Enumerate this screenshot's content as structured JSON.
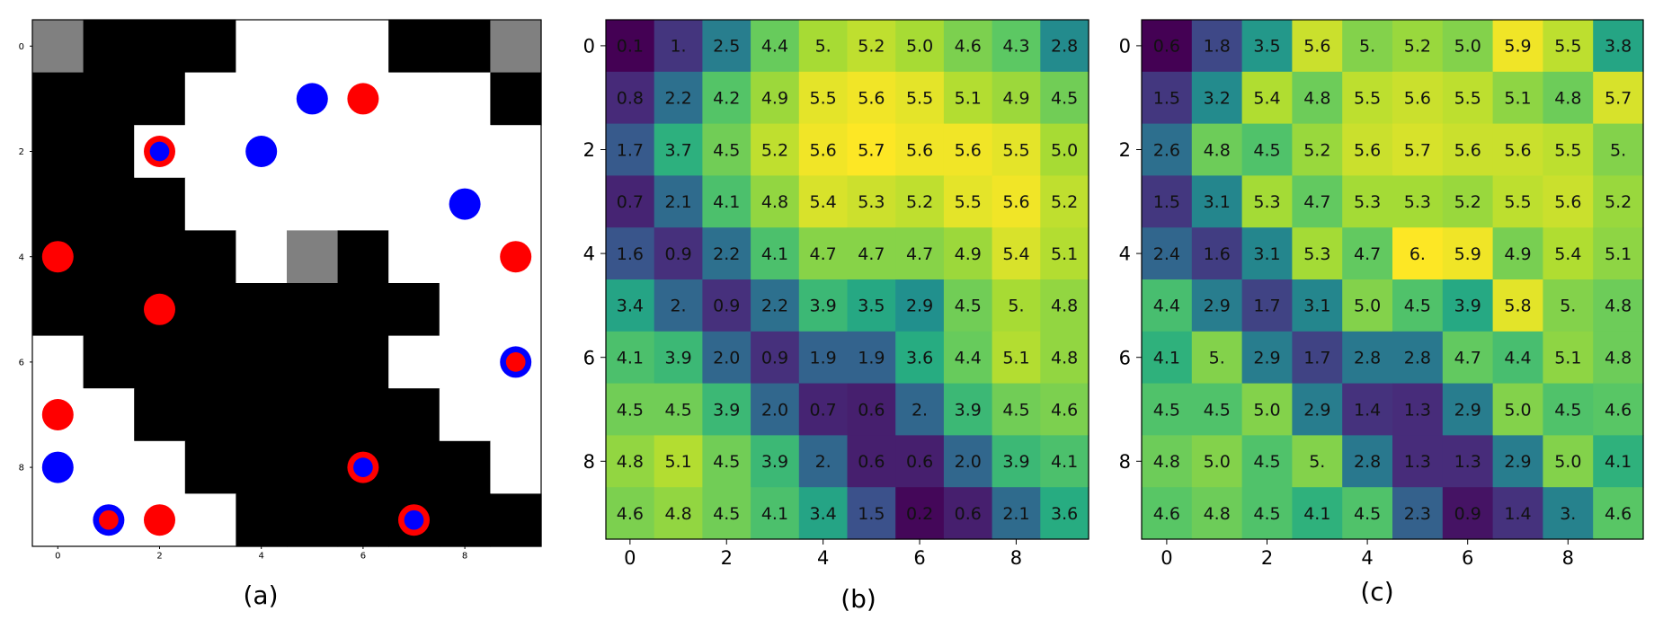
{
  "chart_data": [
    {
      "id": "a",
      "type": "heatmap",
      "caption": "(a)",
      "rows": 10,
      "cols": 10,
      "x_ticks": [
        "0",
        "2",
        "4",
        "6",
        "8"
      ],
      "y_ticks": [
        "0",
        "2",
        "4",
        "6",
        "8"
      ],
      "colors": {
        "black": "#000000",
        "white": "#ffffff",
        "gray": "#808080",
        "red": "#ff0000",
        "blue": "#0000ff"
      },
      "grid": [
        "GBBBWWWBBG",
        "BBBWWWWWWB",
        "BBWWWWWWWW",
        "BBBWWWWWWW",
        "BBBBWGBWWW",
        "BBBBBBBBWW",
        "WBBBBBBWWW",
        "WWBBBBBBWW",
        "WWWBBBBBBW",
        "WWWWBBBBBB"
      ],
      "markers": [
        {
          "row": 1,
          "col": 5,
          "kind": "blue"
        },
        {
          "row": 1,
          "col": 6,
          "kind": "red"
        },
        {
          "row": 2,
          "col": 2,
          "kind": "red-ring-blue"
        },
        {
          "row": 2,
          "col": 4,
          "kind": "blue"
        },
        {
          "row": 3,
          "col": 8,
          "kind": "blue"
        },
        {
          "row": 4,
          "col": 0,
          "kind": "red"
        },
        {
          "row": 4,
          "col": 9,
          "kind": "red"
        },
        {
          "row": 5,
          "col": 2,
          "kind": "red"
        },
        {
          "row": 6,
          "col": 9,
          "kind": "blue-ring-red"
        },
        {
          "row": 7,
          "col": 0,
          "kind": "red"
        },
        {
          "row": 8,
          "col": 0,
          "kind": "blue"
        },
        {
          "row": 8,
          "col": 6,
          "kind": "red-ring-blue"
        },
        {
          "row": 9,
          "col": 1,
          "kind": "blue-ring-red"
        },
        {
          "row": 9,
          "col": 2,
          "kind": "red"
        },
        {
          "row": 9,
          "col": 7,
          "kind": "red-ring-blue"
        }
      ]
    },
    {
      "id": "b",
      "type": "heatmap",
      "caption": "(b)",
      "colormap": "viridis",
      "vmin": 0.1,
      "vmax": 5.7,
      "x_ticks": [
        "0",
        "2",
        "4",
        "6",
        "8"
      ],
      "y_ticks": [
        "0",
        "2",
        "4",
        "6",
        "8"
      ],
      "labels": [
        [
          "0.1",
          "1.",
          "2.5",
          "4.4",
          "5.",
          "5.2",
          "5.0",
          "4.6",
          "4.3",
          "2.8"
        ],
        [
          "0.8",
          "2.2",
          "4.2",
          "4.9",
          "5.5",
          "5.6",
          "5.5",
          "5.1",
          "4.9",
          "4.5"
        ],
        [
          "1.7",
          "3.7",
          "4.5",
          "5.2",
          "5.6",
          "5.7",
          "5.6",
          "5.6",
          "5.5",
          "5.0"
        ],
        [
          "0.7",
          "2.1",
          "4.1",
          "4.8",
          "5.4",
          "5.3",
          "5.2",
          "5.5",
          "5.6",
          "5.2"
        ],
        [
          "1.6",
          "0.9",
          "2.2",
          "4.1",
          "4.7",
          "4.7",
          "4.7",
          "4.9",
          "5.4",
          "5.1"
        ],
        [
          "3.4",
          "2.",
          "0.9",
          "2.2",
          "3.9",
          "3.5",
          "2.9",
          "4.5",
          "5.",
          "4.8"
        ],
        [
          "4.1",
          "3.9",
          "2.0",
          "0.9",
          "1.9",
          "1.9",
          "3.6",
          "4.4",
          "5.1",
          "4.8"
        ],
        [
          "4.5",
          "4.5",
          "3.9",
          "2.0",
          "0.7",
          "0.6",
          "2.",
          "3.9",
          "4.5",
          "4.6"
        ],
        [
          "4.8",
          "5.1",
          "4.5",
          "3.9",
          "2.",
          "0.6",
          "0.6",
          "2.0",
          "3.9",
          "4.1"
        ],
        [
          "4.6",
          "4.8",
          "4.5",
          "4.1",
          "3.4",
          "1.5",
          "0.2",
          "0.6",
          "2.1",
          "3.6"
        ]
      ]
    },
    {
      "id": "c",
      "type": "heatmap",
      "caption": "(c)",
      "colormap": "viridis",
      "vmin": 0.6,
      "vmax": 6.0,
      "x_ticks": [
        "0",
        "2",
        "4",
        "6",
        "8"
      ],
      "y_ticks": [
        "0",
        "2",
        "4",
        "6",
        "8"
      ],
      "labels": [
        [
          "0.6",
          "1.8",
          "3.5",
          "5.6",
          "5.",
          "5.2",
          "5.0",
          "5.9",
          "5.5",
          "3.8"
        ],
        [
          "1.5",
          "3.2",
          "5.4",
          "4.8",
          "5.5",
          "5.6",
          "5.5",
          "5.1",
          "4.8",
          "5.7"
        ],
        [
          "2.6",
          "4.8",
          "4.5",
          "5.2",
          "5.6",
          "5.7",
          "5.6",
          "5.6",
          "5.5",
          "5."
        ],
        [
          "1.5",
          "3.1",
          "5.3",
          "4.7",
          "5.3",
          "5.3",
          "5.2",
          "5.5",
          "5.6",
          "5.2"
        ],
        [
          "2.4",
          "1.6",
          "3.1",
          "5.3",
          "4.7",
          "6.",
          "5.9",
          "4.9",
          "5.4",
          "5.1"
        ],
        [
          "4.4",
          "2.9",
          "1.7",
          "3.1",
          "5.0",
          "4.5",
          "3.9",
          "5.8",
          "5.",
          "4.8"
        ],
        [
          "4.1",
          "5.",
          "2.9",
          "1.7",
          "2.8",
          "2.8",
          "4.7",
          "4.4",
          "5.1",
          "4.8"
        ],
        [
          "4.5",
          "4.5",
          "5.0",
          "2.9",
          "1.4",
          "1.3",
          "2.9",
          "5.0",
          "4.5",
          "4.6"
        ],
        [
          "4.8",
          "5.0",
          "4.5",
          "5.",
          "2.8",
          "1.3",
          "1.3",
          "2.9",
          "5.0",
          "4.1"
        ],
        [
          "4.6",
          "4.8",
          "4.5",
          "4.1",
          "4.5",
          "2.3",
          "0.9",
          "1.4",
          "3.",
          "4.6"
        ]
      ]
    }
  ]
}
